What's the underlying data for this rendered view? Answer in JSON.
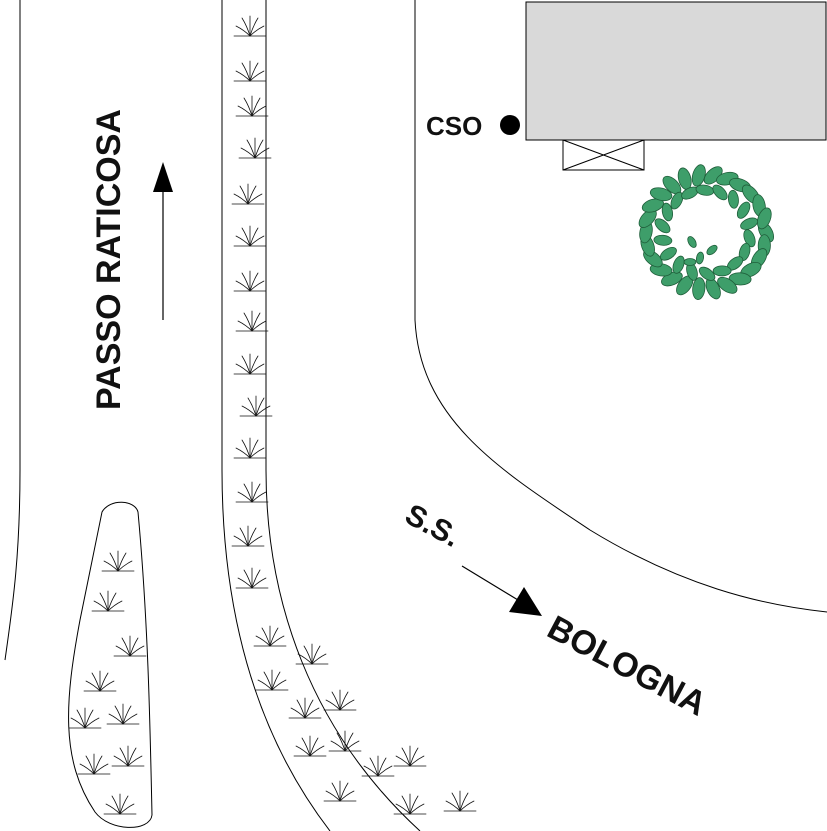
{
  "map": {
    "colors": {
      "background": "#ffffff",
      "lines": "#000000",
      "building_fill": "#d9d9d9",
      "tree_leaf": "#3e9e6a",
      "tree_leaf_stroke": "#1f5e3a"
    },
    "labels": {
      "road_north": "PASSO RATICOSA",
      "road_southeast_prefix": "S.S.",
      "road_southeast_name": "BOLOGNA",
      "station": "CSO"
    },
    "icons": {
      "direction_north": "arrow-up-icon",
      "direction_southeast": "arrow-down-right-icon",
      "station_marker": "filled-circle-icon",
      "tree": "tree-icon",
      "grass": "grass-tuft-icon"
    }
  }
}
